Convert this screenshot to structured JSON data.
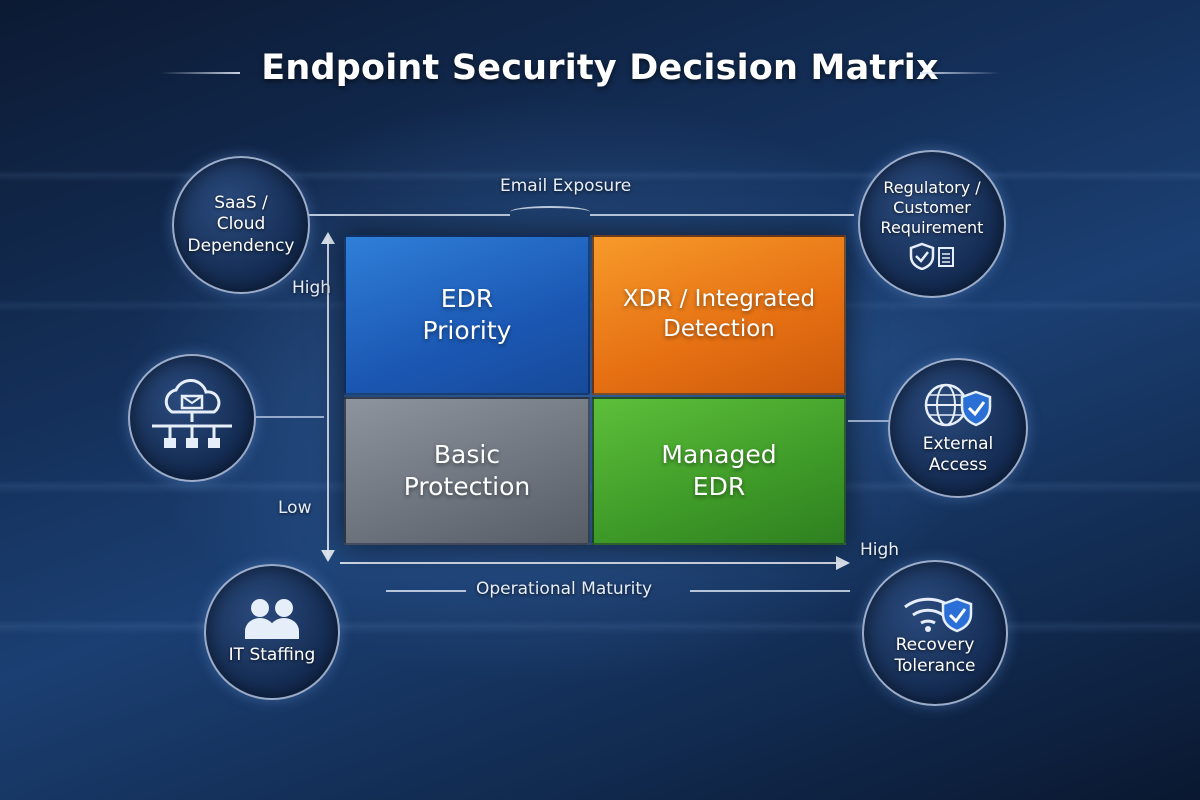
{
  "title": "Endpoint Security Decision Matrix",
  "axes": {
    "top_label": "Email Exposure",
    "bottom_label": "Operational Maturity",
    "y_high": "High",
    "y_low": "Low",
    "x_high": "High"
  },
  "quadrants": {
    "top_left": "EDR\nPriority",
    "top_right": "XDR / Integrated\nDetection",
    "bottom_left": "Basic\nProtection",
    "bottom_right": "Managed\nEDR"
  },
  "colors": {
    "top_left": "#1f63c0",
    "top_right": "#e8741a",
    "bottom_left": "#6f7680",
    "bottom_right": "#45a02c"
  },
  "factors": {
    "saas": {
      "label": "SaaS /\nCloud\nDependency"
    },
    "network": {
      "icon": "cloud-network-icon"
    },
    "it_staffing": {
      "label": "IT Staffing",
      "icon": "people-icon"
    },
    "regulatory": {
      "label": "Regulatory /\nCustomer\nRequirement",
      "icon": "shield-document-icon"
    },
    "external_access": {
      "label": "External\nAccess",
      "icon": "globe-shield-icon"
    },
    "recovery": {
      "label": "Recovery\nTolerance",
      "icon": "wifi-shield-icon"
    }
  }
}
